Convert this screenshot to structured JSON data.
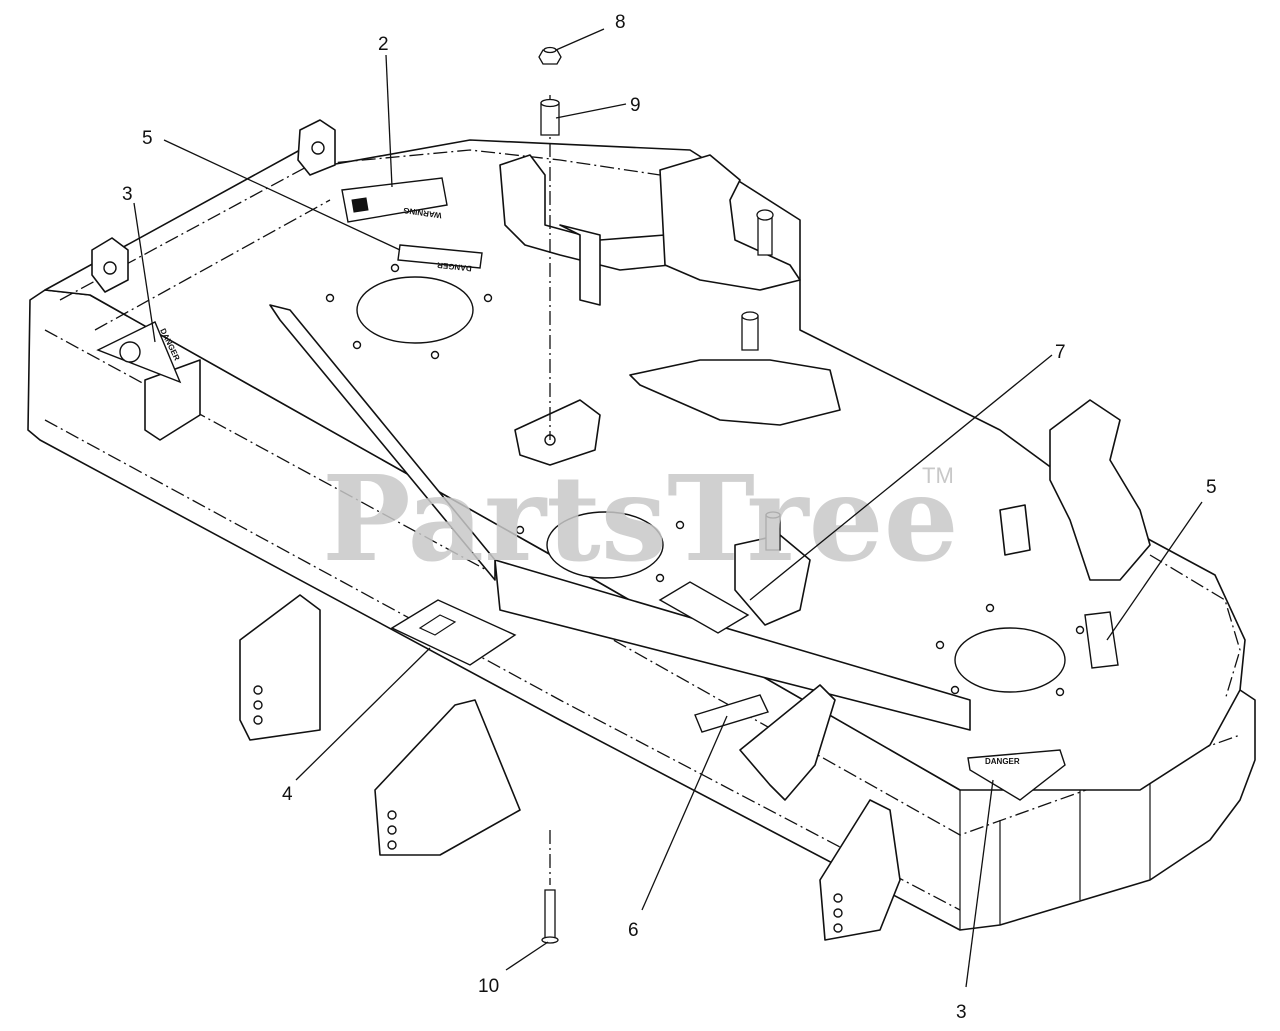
{
  "watermark": {
    "text": "PartsTree",
    "trademark": "TM"
  },
  "decals": {
    "warning": "WARNING",
    "danger": "DANGER"
  },
  "callouts": [
    {
      "id": "c2",
      "label": "2"
    },
    {
      "id": "c3a",
      "label": "3"
    },
    {
      "id": "c3b",
      "label": "3"
    },
    {
      "id": "c4",
      "label": "4"
    },
    {
      "id": "c5a",
      "label": "5"
    },
    {
      "id": "c5b",
      "label": "5"
    },
    {
      "id": "c6",
      "label": "6"
    },
    {
      "id": "c7",
      "label": "7"
    },
    {
      "id": "c8",
      "label": "8"
    },
    {
      "id": "c9",
      "label": "9"
    },
    {
      "id": "c10",
      "label": "10"
    }
  ]
}
